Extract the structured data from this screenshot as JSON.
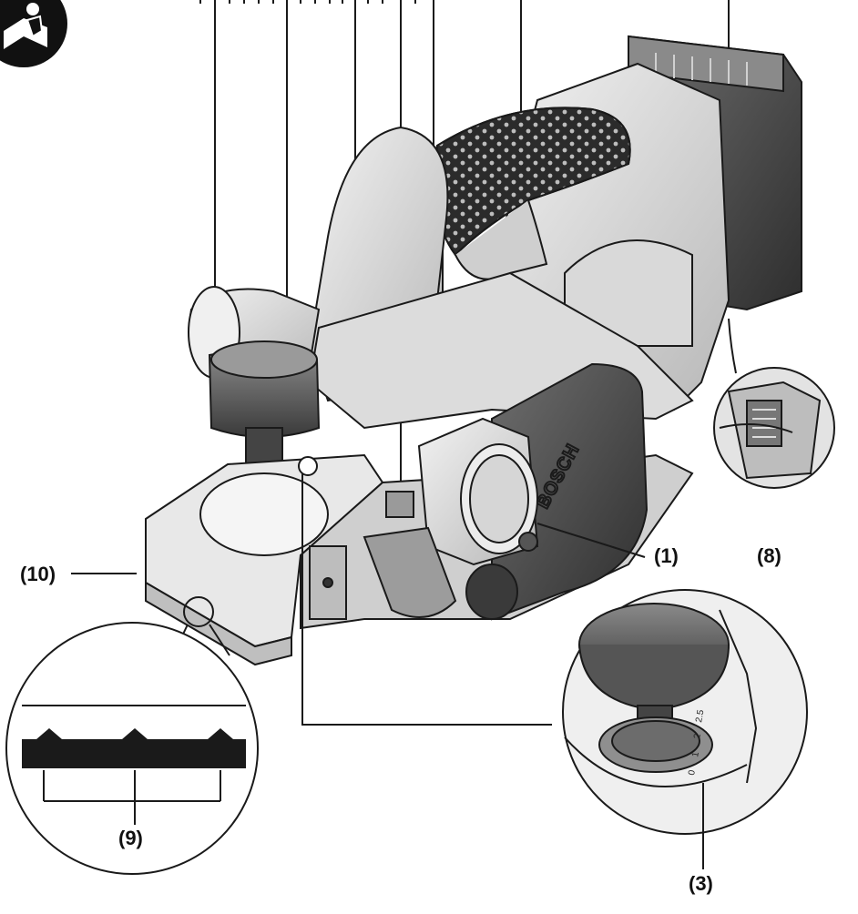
{
  "callouts": {
    "c1": "(1)",
    "c3": "(3)",
    "c8": "(8)",
    "c9": "(9)",
    "c10": "(10)"
  },
  "brand_text": "BOSCH",
  "scale_marks": [
    "0",
    "1",
    "2",
    "2.5"
  ],
  "icons": [
    "read-manual-icon"
  ],
  "colors": {
    "line": "#1a1a1a",
    "body_light": "#e6e6e6",
    "body_mid": "#bdbdbd",
    "body_dark": "#5a5a5a",
    "grip_dark": "#2b2b2b"
  }
}
